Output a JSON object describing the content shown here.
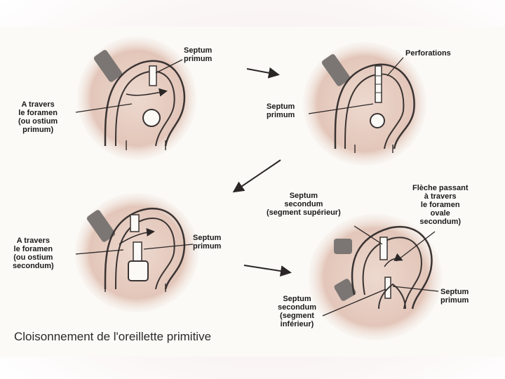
{
  "labels": {
    "p1_septum": "Septum\nprimum",
    "p1_travers": "A travers\nle foramen\n(ou ostium\nprimum)",
    "p2_perforations": "Perforations",
    "p2_septum": "Septum\nprimum",
    "p3_travers": "A travers\nle foramen\n(ou ostium\nsecondum)",
    "p3_septum": "Septum\nprimum",
    "p4_secondum_sup": "Septum\nsecondum\n(segment supérieur)",
    "p4_fleche": "Flèche passant\nà travers\nle foramen\novale\nsecondum)",
    "p4_septum_primum": "Septum\nprimum",
    "p4_secondum_inf": "Septum\nsecondum\n(segment\ninférieur)"
  },
  "caption": "Cloisonnement de l'oreillette primitive",
  "colors": {
    "tissue": "#e8cfc4",
    "tissue_dark": "#c9a89a",
    "outline": "#3a3433",
    "vessel": "#7b7673",
    "background": "#fbfaf7"
  }
}
